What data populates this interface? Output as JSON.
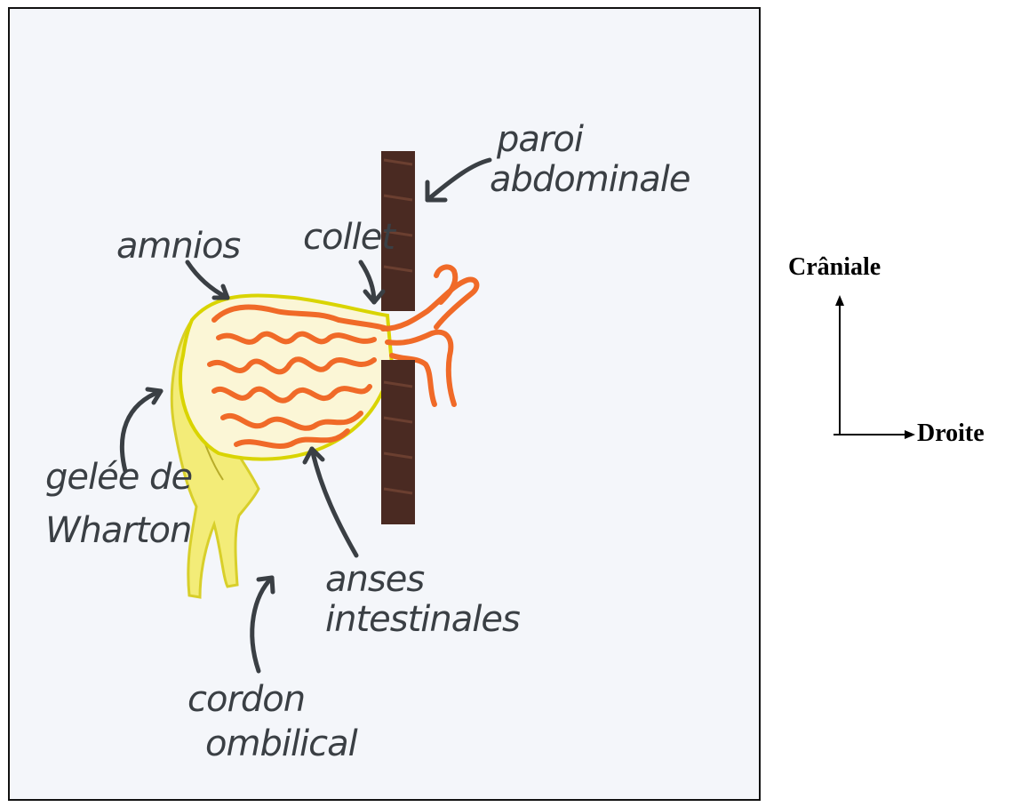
{
  "diagram": {
    "labels": {
      "paroi_line1": "paroi",
      "paroi_line2": "abdominale",
      "amnios": "amnios",
      "collet": "collet",
      "gelee_line1": "gelée de",
      "gelee_line2": "Wharton",
      "anses_line1": "anses",
      "anses_line2": "intestinales",
      "cordon_line1": "cordon",
      "cordon_line2": "ombilical"
    },
    "orientation": {
      "cranial": "Crâniale",
      "right": "Droite"
    },
    "colors": {
      "wall": "#4a2a22",
      "intestine": "#f06a28",
      "amnios_outline": "#d9d400",
      "wharton_jelly": "#f0ea6a",
      "label_ink": "#3a3f44",
      "background": "#f4f6fa"
    }
  }
}
